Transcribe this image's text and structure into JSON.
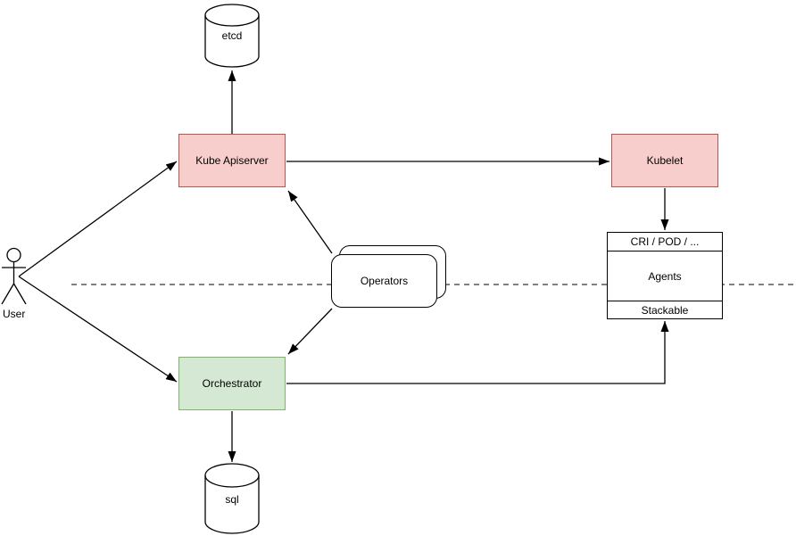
{
  "diagram": {
    "background": "#ffffff",
    "nodes": {
      "etcd": {
        "label": "etcd",
        "shape": "database-cylinder",
        "fill": "#ffffff",
        "stroke": "#000000"
      },
      "kube_apiserver": {
        "label": "Kube Apiserver",
        "shape": "rectangle",
        "fill": "#f8cecc",
        "stroke": "#b85450"
      },
      "kubelet": {
        "label": "Kubelet",
        "shape": "rectangle",
        "fill": "#f8cecc",
        "stroke": "#b85450"
      },
      "operators": {
        "label": "Operators",
        "shape": "stacked-rounded-rectangles",
        "fill": "#ffffff",
        "stroke": "#000000"
      },
      "agents_stack": {
        "header": "CRI / POD / ...",
        "body": "Agents",
        "footer": "Stackable",
        "shape": "sectioned-rectangle",
        "fill": "#ffffff",
        "stroke": "#000000"
      },
      "orchestrator": {
        "label": "Orchestrator",
        "shape": "rectangle",
        "fill": "#d5e8d4",
        "stroke": "#82b366"
      },
      "sql": {
        "label": "sql",
        "shape": "database-cylinder",
        "fill": "#ffffff",
        "stroke": "#000000"
      },
      "user": {
        "label": "User",
        "shape": "actor-stick-figure",
        "stroke": "#000000"
      }
    },
    "edges": [
      {
        "from": "kube_apiserver",
        "to": "etcd",
        "arrowhead_at": "etcd"
      },
      {
        "from": "user",
        "to": "kube_apiserver",
        "arrowhead_at": "kube_apiserver"
      },
      {
        "from": "user",
        "to": "orchestrator",
        "arrowhead_at": "orchestrator"
      },
      {
        "from": "kube_apiserver",
        "to": "kubelet",
        "arrowhead_at": "kubelet"
      },
      {
        "from": "kubelet",
        "to": "agents_stack",
        "arrowhead_at": "agents_stack"
      },
      {
        "from": "operators",
        "to": "kube_apiserver",
        "arrowhead_at": "kube_apiserver"
      },
      {
        "from": "operators",
        "to": "orchestrator",
        "arrowhead_at": "orchestrator"
      },
      {
        "from": "orchestrator",
        "to": "sql",
        "arrowhead_at": "sql"
      },
      {
        "from": "orchestrator",
        "to": "agents_stack",
        "arrowhead_at": "agents_stack",
        "route": "orthogonal"
      },
      {
        "type": "separator-line",
        "style": "dashed",
        "orientation": "horizontal"
      }
    ],
    "colors": {
      "red_fill": "#f8cecc",
      "red_stroke": "#b85450",
      "green_fill": "#d5e8d4",
      "green_stroke": "#82b366",
      "line": "#000000",
      "background": "#ffffff"
    }
  }
}
